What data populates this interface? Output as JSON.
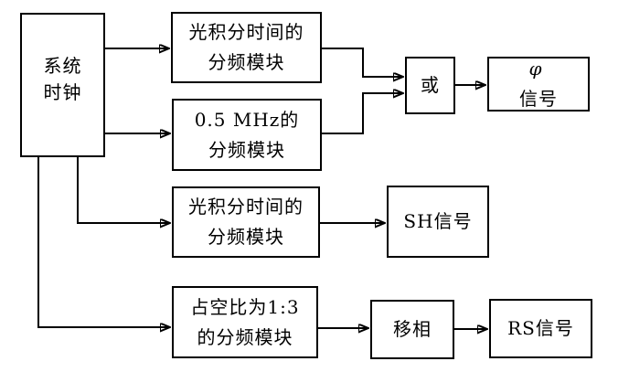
{
  "diagram": {
    "colors": {
      "line": "#000000",
      "background": "#ffffff",
      "box_fill": "#ffffff"
    },
    "nodes": {
      "sys_clock": {
        "line1": "系统",
        "line2": "时钟"
      },
      "div_light_top": {
        "line1": "光积分时间的",
        "line2": "分频模块"
      },
      "div_05mhz": {
        "line1": "0.5 MHz的",
        "line2": "分频模块"
      },
      "or_gate": {
        "label": "或"
      },
      "phi_signal": {
        "symbol": "φ",
        "label": "信号"
      },
      "div_light_mid": {
        "line1": "光积分时间的",
        "line2": "分频模块"
      },
      "sh_signal": {
        "label": "SH信号"
      },
      "div_duty": {
        "line1": "占空比为1:3",
        "line2": "的分频模块"
      },
      "phase_shift": {
        "label": "移相"
      },
      "rs_signal": {
        "label": "RS信号"
      }
    },
    "edges": [
      {
        "from": "sys_clock",
        "to": "div_light_top"
      },
      {
        "from": "sys_clock",
        "to": "div_05mhz"
      },
      {
        "from": "div_light_top",
        "to": "or_gate"
      },
      {
        "from": "div_05mhz",
        "to": "or_gate"
      },
      {
        "from": "or_gate",
        "to": "phi_signal"
      },
      {
        "from": "sys_clock",
        "to": "div_light_mid"
      },
      {
        "from": "div_light_mid",
        "to": "sh_signal"
      },
      {
        "from": "sys_clock",
        "to": "div_duty"
      },
      {
        "from": "div_duty",
        "to": "phase_shift"
      },
      {
        "from": "phase_shift",
        "to": "rs_signal"
      }
    ]
  }
}
